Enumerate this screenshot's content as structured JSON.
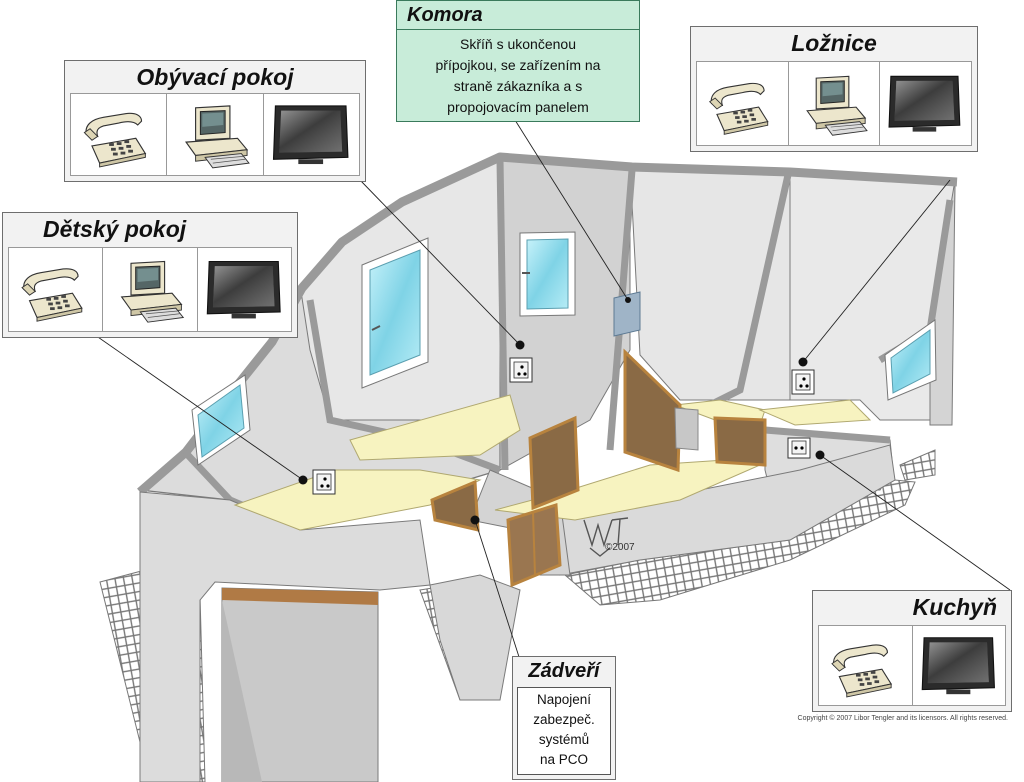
{
  "rooms": {
    "obyvaci": {
      "title": "Obývací pokoj",
      "devices": [
        "phone-icon",
        "computer-icon",
        "tv-icon"
      ]
    },
    "detsky": {
      "title": "Dětský pokoj",
      "devices": [
        "phone-icon",
        "computer-icon",
        "tv-icon"
      ]
    },
    "loznice": {
      "title": "Ložnice",
      "devices": [
        "phone-icon",
        "computer-icon",
        "tv-icon"
      ]
    },
    "kuchyn": {
      "title": "Kuchyň",
      "devices": [
        "phone-icon",
        "tv-icon"
      ]
    }
  },
  "komora": {
    "title": "Komora",
    "lines": [
      "Skříň s ukončenou",
      "přípojkou, se zařízením na",
      "straně zákazníka a s",
      "propojovacím panelem"
    ]
  },
  "zadveri": {
    "title": "Zádveří",
    "lines": [
      "Napojení",
      "zabezpeč.",
      "systémů",
      "na PCO"
    ]
  },
  "watermark": "©2007",
  "copyright": "Copyright © 2007 Libor Tengler and its licensors. All rights reserved.",
  "colors": {
    "wall": "#e4e4e4",
    "wall_top": "#9a9a9a",
    "floor": "#f7f3c0",
    "door": "#8a6a45",
    "door_frame": "#b8833e",
    "window": "#8fdaea",
    "komora_fill": "#c8ecd9",
    "ground_hatch": "#777777"
  }
}
